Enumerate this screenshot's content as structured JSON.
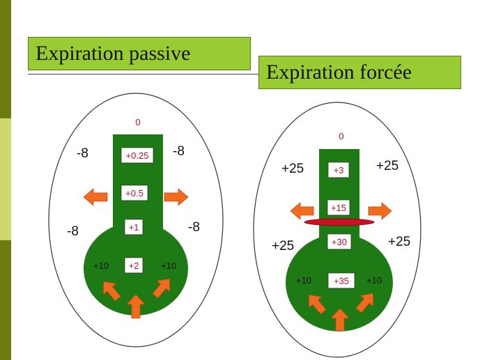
{
  "colors": {
    "sidebar_dark": "#6e7a12",
    "sidebar_light": "#cfd86a",
    "title_bg": "#99cc33",
    "lung_green": "#1e7a14",
    "arrow_orange": "#f26a1e",
    "value_red": "#b0122a",
    "constriction_red": "#cc1122"
  },
  "passive": {
    "title": "Expiration passive",
    "top_zero": "0",
    "pleural_tl": "-8",
    "pleural_tr": "-8",
    "pleural_ml": "-8",
    "pleural_mr": "-8",
    "box1": "+0.25",
    "box2": "+0.5",
    "box3": "+1",
    "box4": "+2",
    "alv_left": "+10",
    "alv_right": "+10"
  },
  "forced": {
    "title": "Expiration forcée",
    "top_zero": "0",
    "pleural_tl": "+25",
    "pleural_tr": "+25",
    "pleural_ml": "+25",
    "pleural_mr": "+25",
    "box1": "+3",
    "box2": "+15",
    "box3": "+30",
    "box4": "+35",
    "alv_left": "+10",
    "alv_right": "+10"
  }
}
